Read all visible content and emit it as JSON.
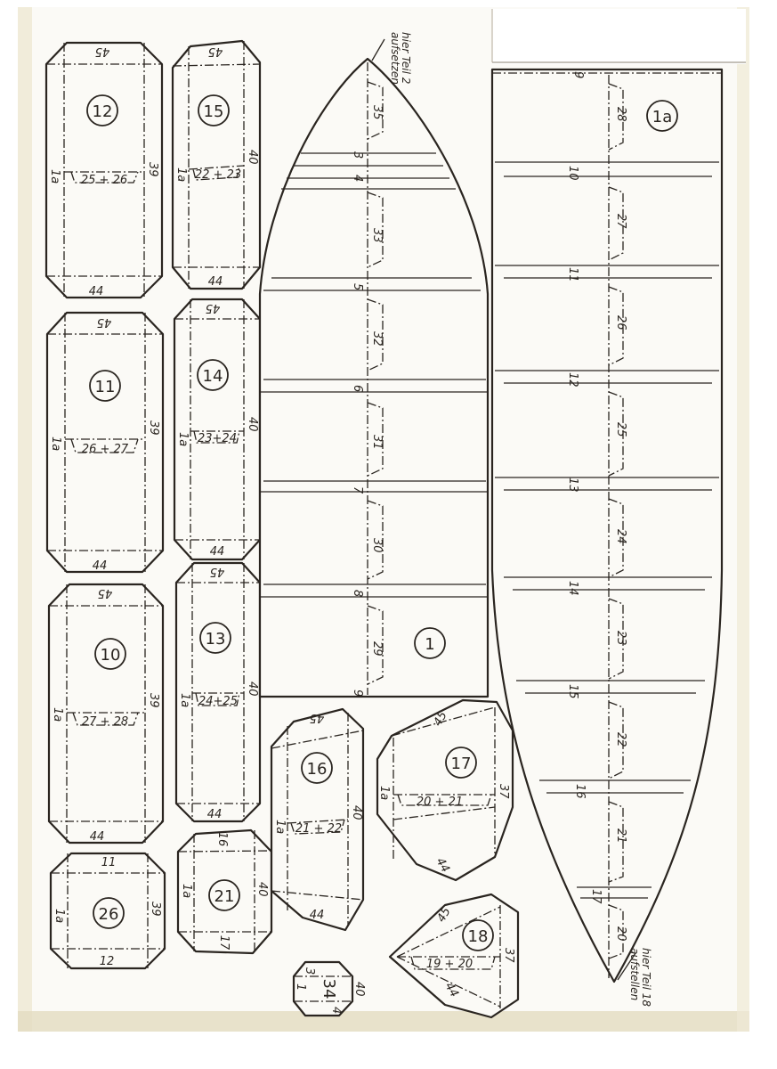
{
  "colors": {
    "paper": "#fbfaf6",
    "ink": "#2a2520",
    "aged_edge": "#d9cfae"
  },
  "notes": {
    "top": [
      "hier Teil 2",
      "aufsetzen"
    ],
    "bottom": [
      "hier Teil 18",
      "aufstellen"
    ]
  },
  "parts": {
    "p12": {
      "id": "12",
      "labels": [
        "45",
        "1a",
        "25 + 26",
        "39",
        "44"
      ]
    },
    "p11": {
      "id": "11",
      "labels": [
        "45",
        "1a",
        "26 + 27",
        "39",
        "44"
      ]
    },
    "p10": {
      "id": "10",
      "labels": [
        "45",
        "1a",
        "27 + 28",
        "39",
        "44"
      ]
    },
    "p26": {
      "id": "26",
      "labels": [
        "11",
        "1a",
        "39",
        "12"
      ]
    },
    "p15": {
      "id": "15",
      "labels": [
        "45",
        "1a",
        "22 + 23",
        "40",
        "44"
      ]
    },
    "p14": {
      "id": "14",
      "labels": [
        "45",
        "1a",
        "23+24",
        "40",
        "44"
      ]
    },
    "p13": {
      "id": "13",
      "labels": [
        "45",
        "1a",
        "24+25",
        "40",
        "44"
      ]
    },
    "p21": {
      "id": "21",
      "labels": [
        "16",
        "1a",
        "40",
        "17"
      ]
    },
    "p1": {
      "id": "1",
      "labels": [
        "35",
        "3",
        "4",
        "33",
        "5",
        "32",
        "6",
        "31",
        "7",
        "30",
        "8",
        "29",
        "9"
      ]
    },
    "p16": {
      "id": "16",
      "labels": [
        "45",
        "1a",
        "21 + 22",
        "40",
        "44"
      ]
    },
    "p34": {
      "id": "34",
      "labels": [
        "3",
        "1",
        "4",
        "40"
      ]
    },
    "p17": {
      "id": "17",
      "labels": [
        "45",
        "1a",
        "20 + 21",
        "37",
        "44"
      ]
    },
    "p18": {
      "id": "18",
      "labels": [
        "45",
        "19 + 20",
        "37",
        "44"
      ]
    },
    "p1a": {
      "id": "1a",
      "labels": [
        "9",
        "28",
        "10",
        "27",
        "11",
        "26",
        "12",
        "25",
        "13",
        "24",
        "14",
        "23",
        "15",
        "22",
        "16",
        "21",
        "17",
        "20"
      ]
    }
  }
}
